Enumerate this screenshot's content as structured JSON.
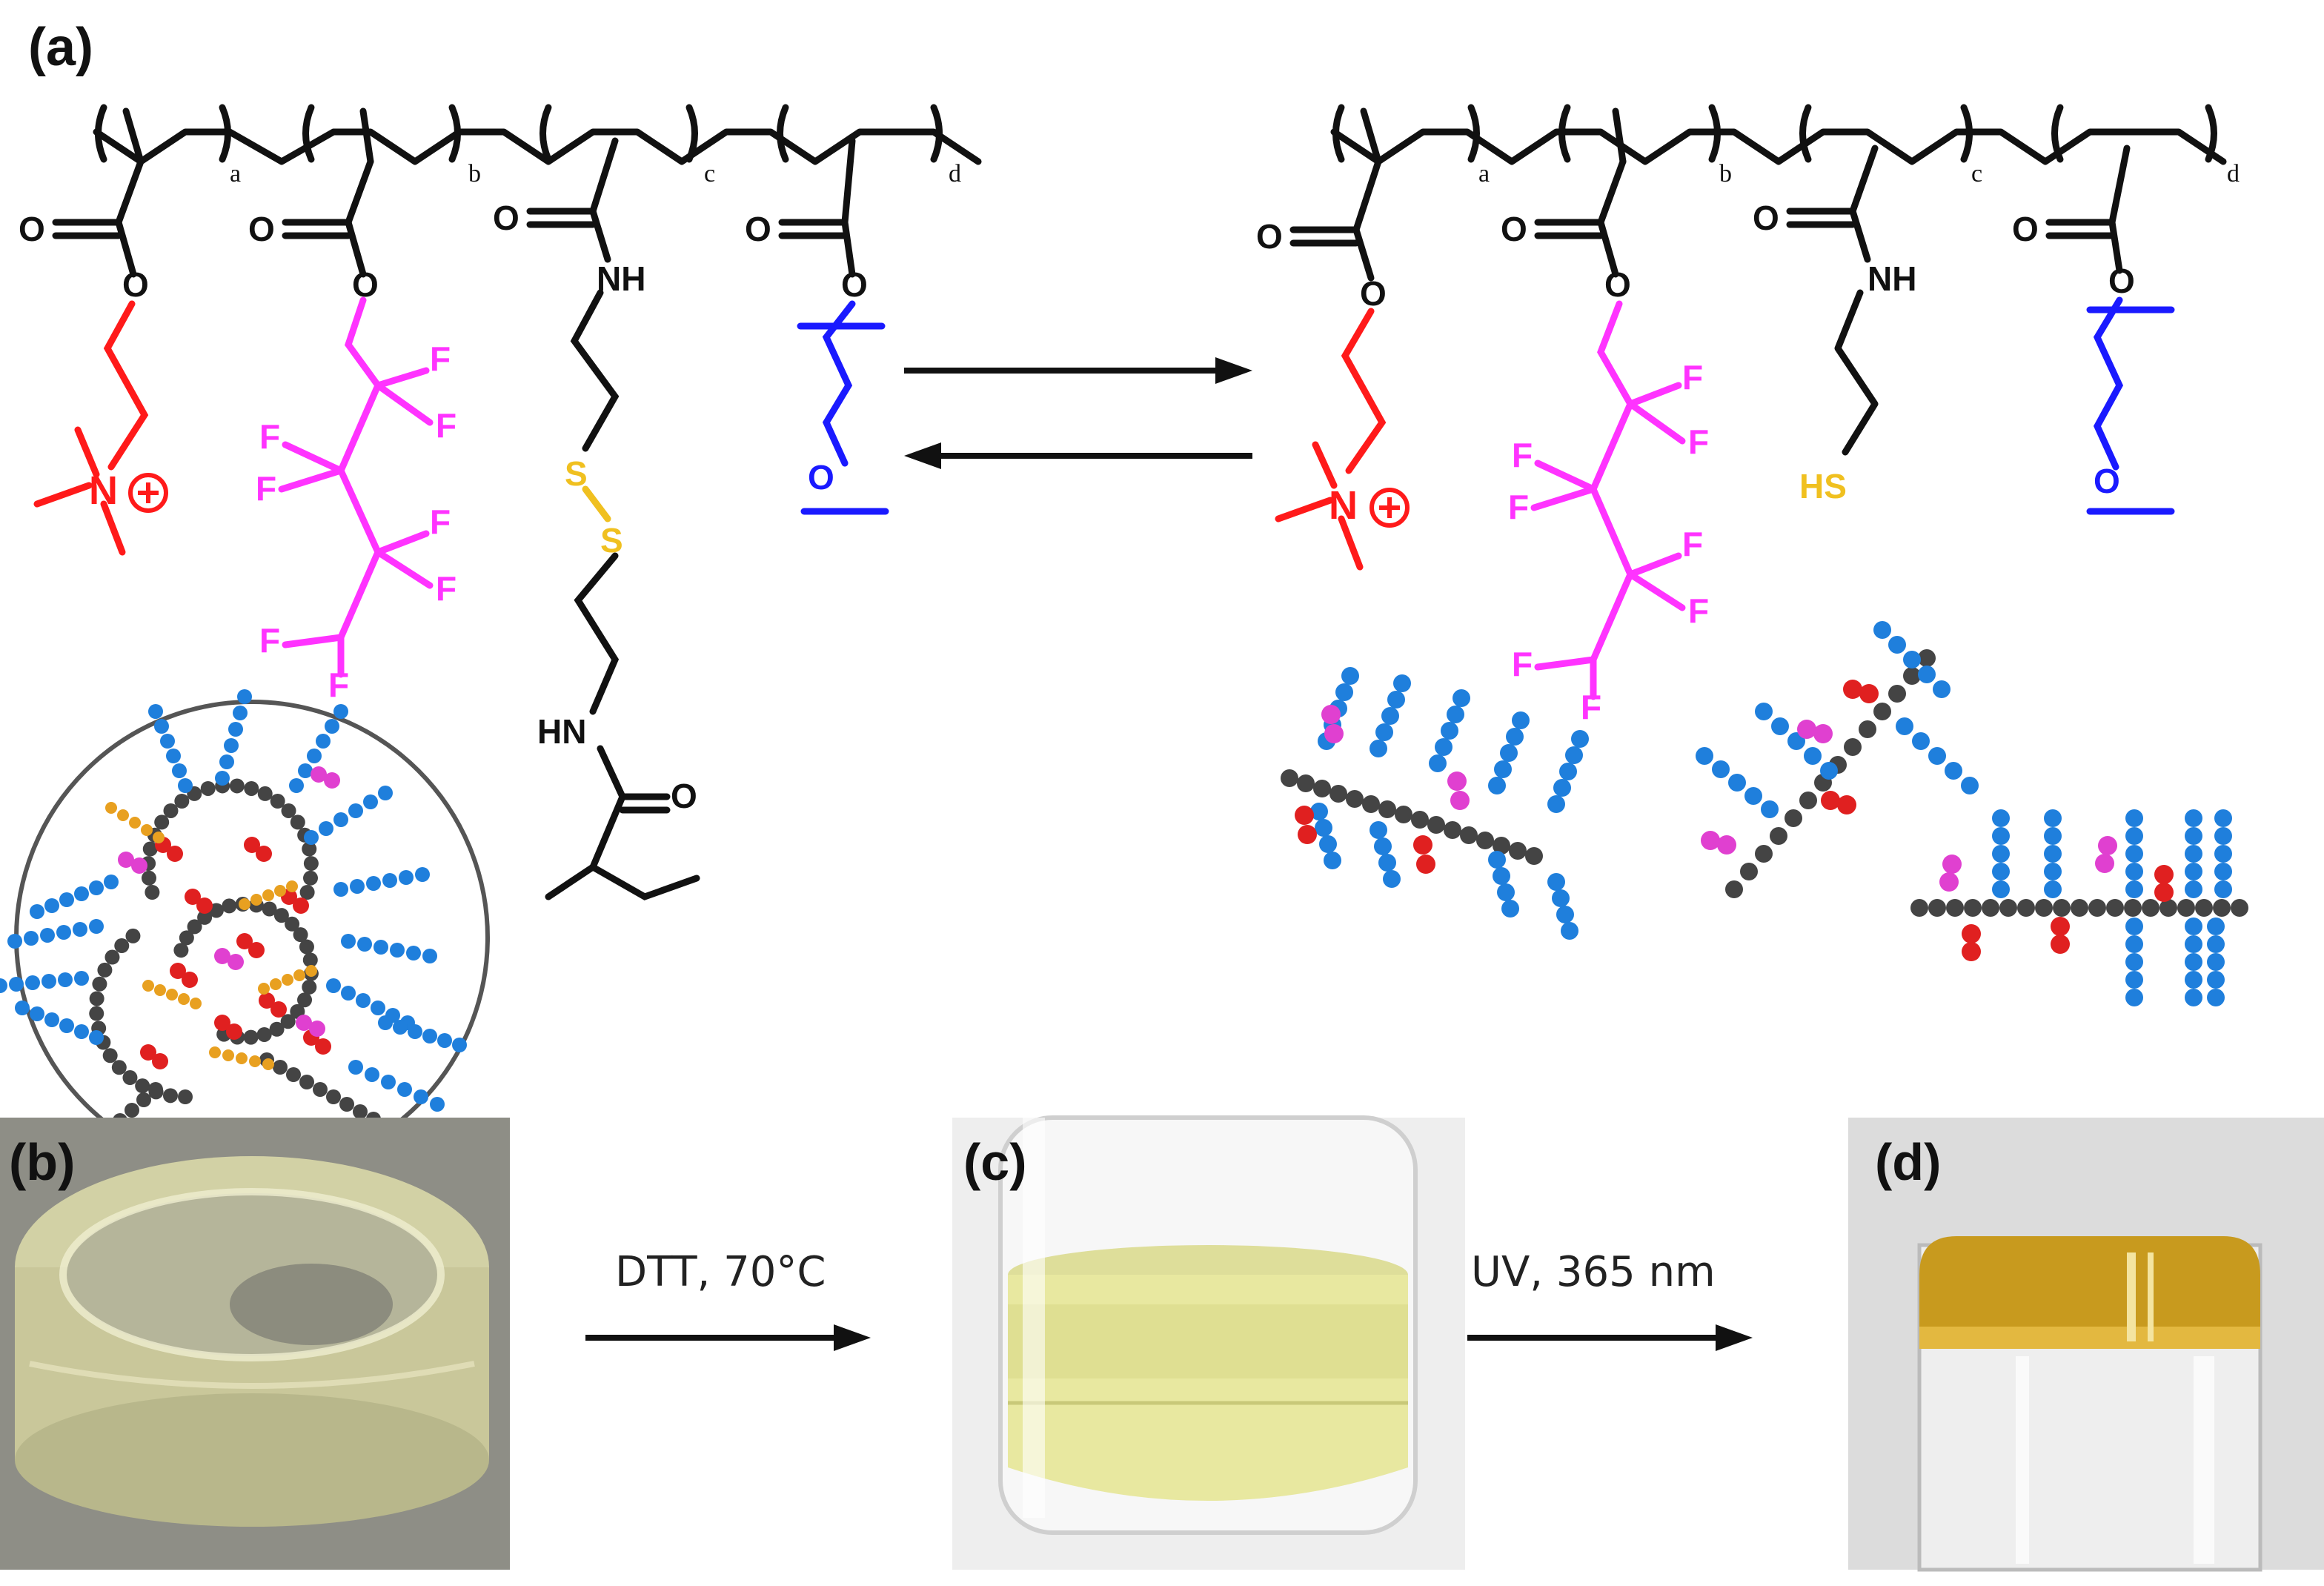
{
  "panels": {
    "a": "(a)",
    "b": "(b)",
    "c": "(c)",
    "d": "(d)"
  },
  "subscripts": {
    "a": "a",
    "b": "b",
    "c": "c",
    "d": "d"
  },
  "atoms": {
    "O": "O",
    "F": "F",
    "S": "S",
    "NH": "NH",
    "HN": "HN",
    "HS": "HS",
    "N": "N"
  },
  "conditions": {
    "step1": "DTT, 70°C",
    "step2": "UV, 365 nm"
  },
  "colors": {
    "backbone": "#111111",
    "choline": "#ff1a1a",
    "fluoro": "#ff33ff",
    "disulfide": "#f0c020",
    "peg": "#1a1aff",
    "bead_gray": "#444444",
    "bead_blue": "#1f7fdc",
    "bead_red": "#e02020",
    "bead_magenta": "#e040d0",
    "bead_yellow": "#e8a020"
  }
}
